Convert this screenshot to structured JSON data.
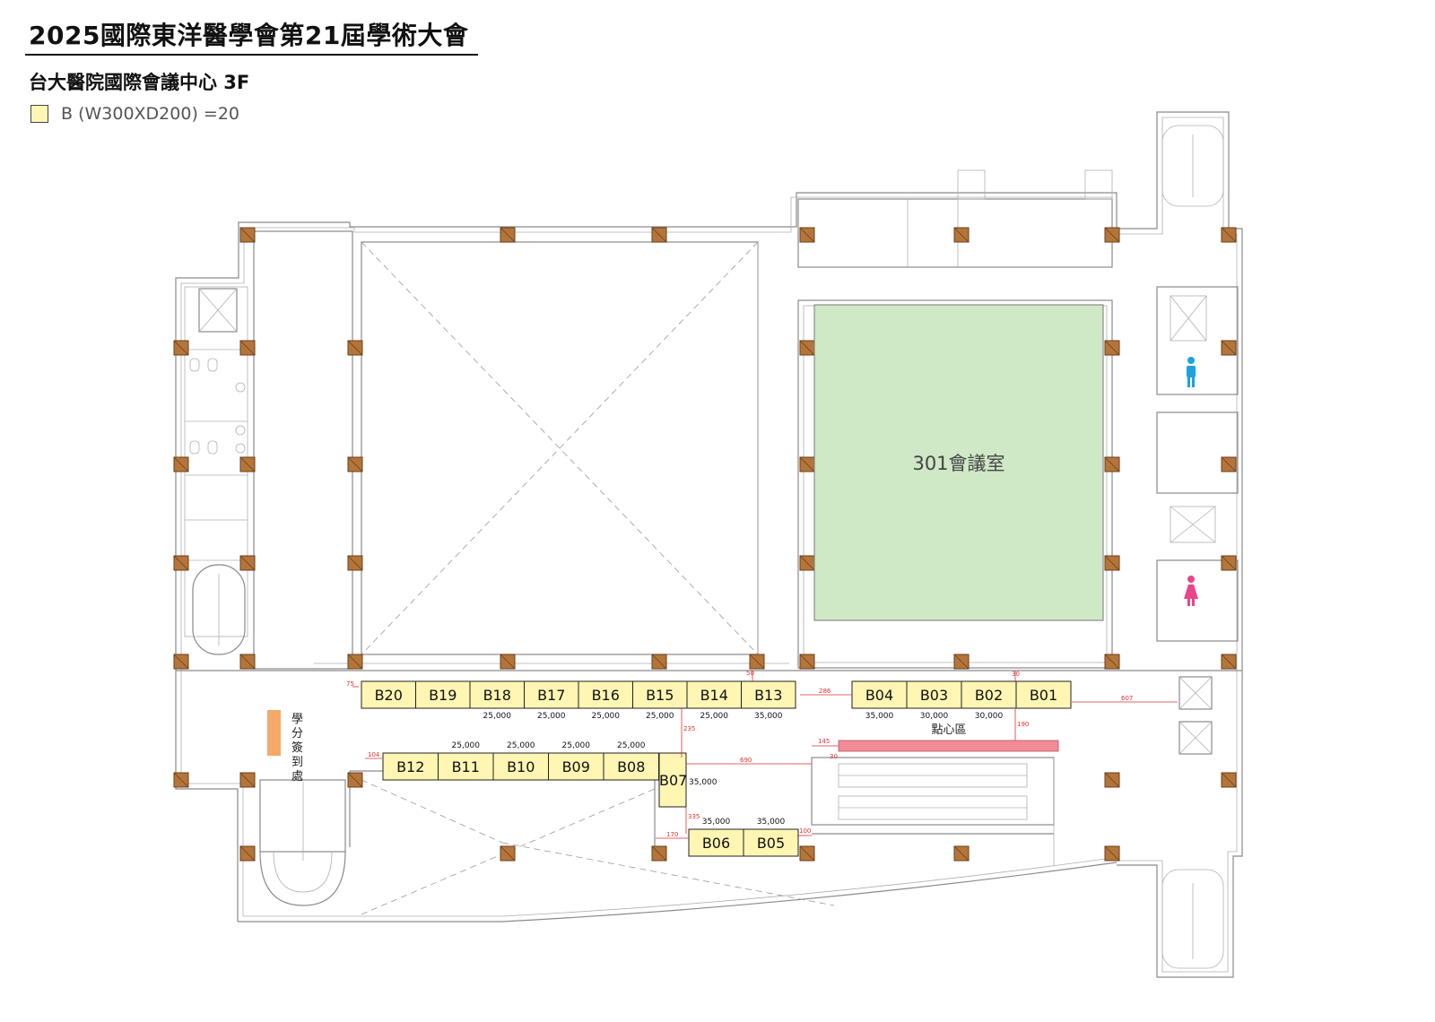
{
  "header": {
    "title": "2025國際東洋醫學會第21屆學術大會",
    "subtitle": "台大醫院國際會議中心 3F"
  },
  "legend": {
    "label": "B (W300XD200) =20",
    "swatch_color": "#fff6b3"
  },
  "rooms": {
    "conference_room": "301會議室",
    "conference_room_color": "#cfe8c6",
    "snack_area": "點心區",
    "snack_area_color": "#f08c96",
    "checkin": "學分簽到處",
    "checkin_color": "#f4a96a"
  },
  "icons": {
    "male_restroom": "male-restroom-icon",
    "female_restroom": "female-restroom-icon",
    "male_color": "#1aa3df",
    "female_color": "#e8458b"
  },
  "booths_top": [
    {
      "id": "B20",
      "price": ""
    },
    {
      "id": "B19",
      "price": ""
    },
    {
      "id": "B18",
      "price": "25,000"
    },
    {
      "id": "B17",
      "price": "25,000"
    },
    {
      "id": "B16",
      "price": "25,000"
    },
    {
      "id": "B15",
      "price": "25,000"
    },
    {
      "id": "B14",
      "price": "25,000"
    },
    {
      "id": "B13",
      "price": "35,000"
    }
  ],
  "booths_right": [
    {
      "id": "B04",
      "price": "35,000"
    },
    {
      "id": "B03",
      "price": "30,000"
    },
    {
      "id": "B02",
      "price": "30,000"
    },
    {
      "id": "B01",
      "price": ""
    }
  ],
  "booths_middle": [
    {
      "id": "B12",
      "price": ""
    },
    {
      "id": "B11",
      "price": "25,000"
    },
    {
      "id": "B10",
      "price": "25,000"
    },
    {
      "id": "B09",
      "price": "25,000"
    },
    {
      "id": "B08",
      "price": "25,000"
    }
  ],
  "booth_b07": {
    "id": "B07",
    "price": "35,000"
  },
  "booths_bottom": [
    {
      "id": "B06",
      "price": "35,000"
    },
    {
      "id": "B05",
      "price": "35,000"
    }
  ],
  "dimensions": {
    "d75": "75",
    "d50": "50",
    "d286": "286",
    "d30": "30",
    "d607": "607",
    "d235": "235",
    "d190": "190",
    "d145": "145",
    "d30b": "30",
    "d104": "104",
    "d690": "690",
    "d335": "335",
    "d170": "170",
    "d100": "100"
  }
}
